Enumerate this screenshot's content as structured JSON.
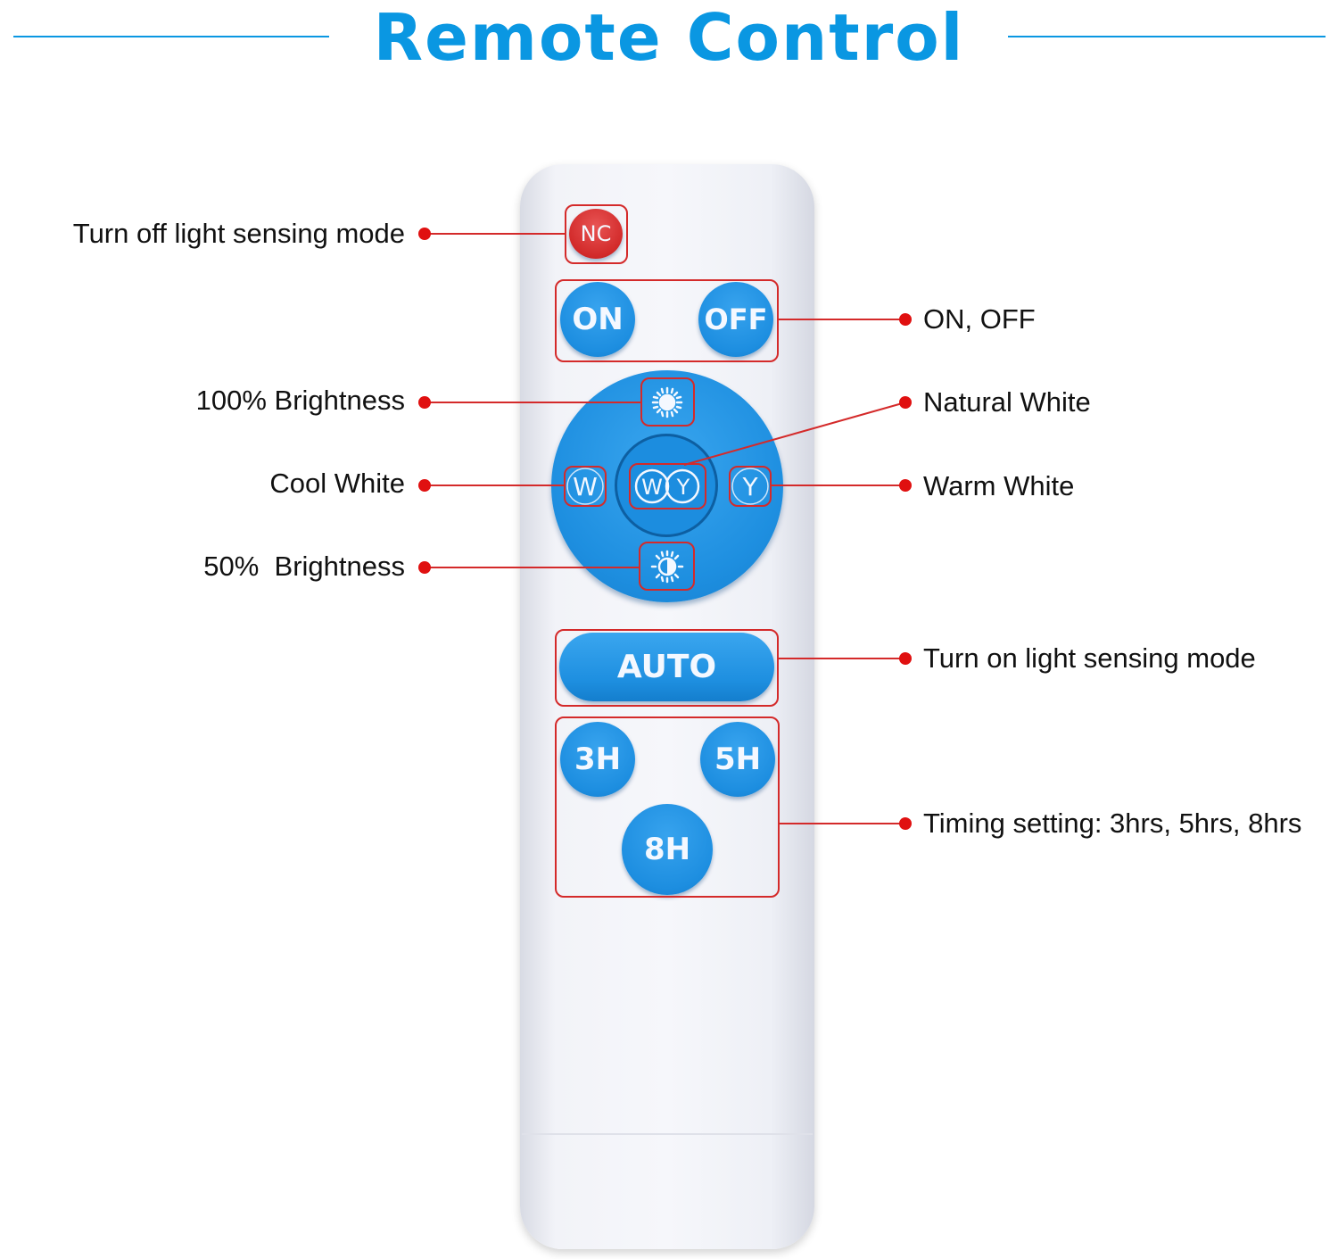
{
  "title": "Remote Control",
  "colors": {
    "accent": "#0a97e2",
    "callout": "#d42a2a",
    "button_blue": "#1e8fe0",
    "button_red": "#d22a2a"
  },
  "buttons": {
    "nc": "NC",
    "on": "ON",
    "off": "OFF",
    "cool": "W",
    "warm": "Y",
    "natural_w": "W",
    "natural_y": "Y",
    "auto": "AUTO",
    "t3": "3H",
    "t5": "5H",
    "t8": "8H",
    "bright_full_icon": "sun-icon",
    "bright_half_icon": "half-sun-icon"
  },
  "labels": {
    "nc": "Turn off light sensing mode",
    "onoff": "ON, OFF",
    "bright100": "100% Brightness",
    "natural": "Natural White",
    "cool": "Cool White",
    "warm": "Warm White",
    "bright50": "50%  Brightness",
    "auto": "Turn on light sensing mode",
    "timing": "Timing setting: 3hrs, 5hrs, 8hrs"
  }
}
